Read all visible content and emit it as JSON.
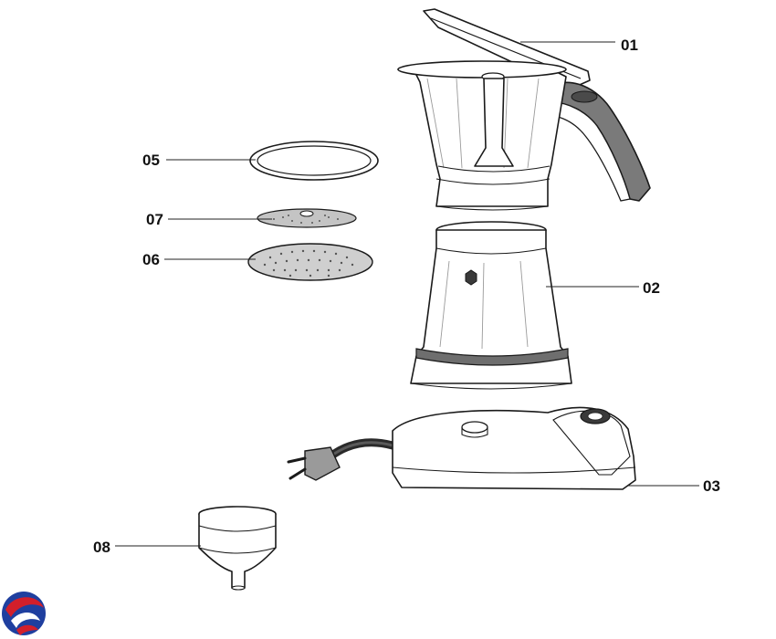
{
  "diagram": {
    "parts": [
      {
        "id": "01",
        "label": "01"
      },
      {
        "id": "02",
        "label": "02"
      },
      {
        "id": "03",
        "label": "03"
      },
      {
        "id": "05",
        "label": "05"
      },
      {
        "id": "06",
        "label": "06"
      },
      {
        "id": "07",
        "label": "07"
      },
      {
        "id": "08",
        "label": "08"
      }
    ],
    "logo_icon": "roundel-logo-icon"
  }
}
